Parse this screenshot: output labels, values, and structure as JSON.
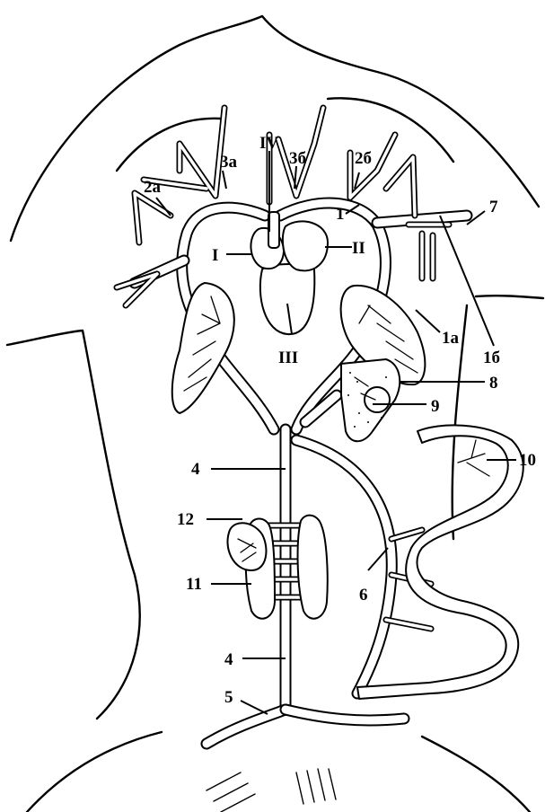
{
  "labels": {
    "heart_left_atrium": "I",
    "heart_right_atrium": "II",
    "heart_ventricle": "III",
    "heart_conus": "IV",
    "aorta_arch_left": "1",
    "lung_left": "1а",
    "artery_1b": "1б",
    "carotid_left": "2а",
    "carotid_right": "2б",
    "branch_3a": "3а",
    "branch_3b": "3б",
    "dorsal_aorta_upper": "4",
    "dorsal_aorta_lower": "4",
    "iliac": "5",
    "mesenteric": "6",
    "subclavian": "7",
    "stomach": "8",
    "spleen": "9",
    "intestine": "10",
    "kidney": "11",
    "gonad": "12"
  },
  "colors": {
    "ink": "#000000",
    "paper": "#ffffff"
  }
}
